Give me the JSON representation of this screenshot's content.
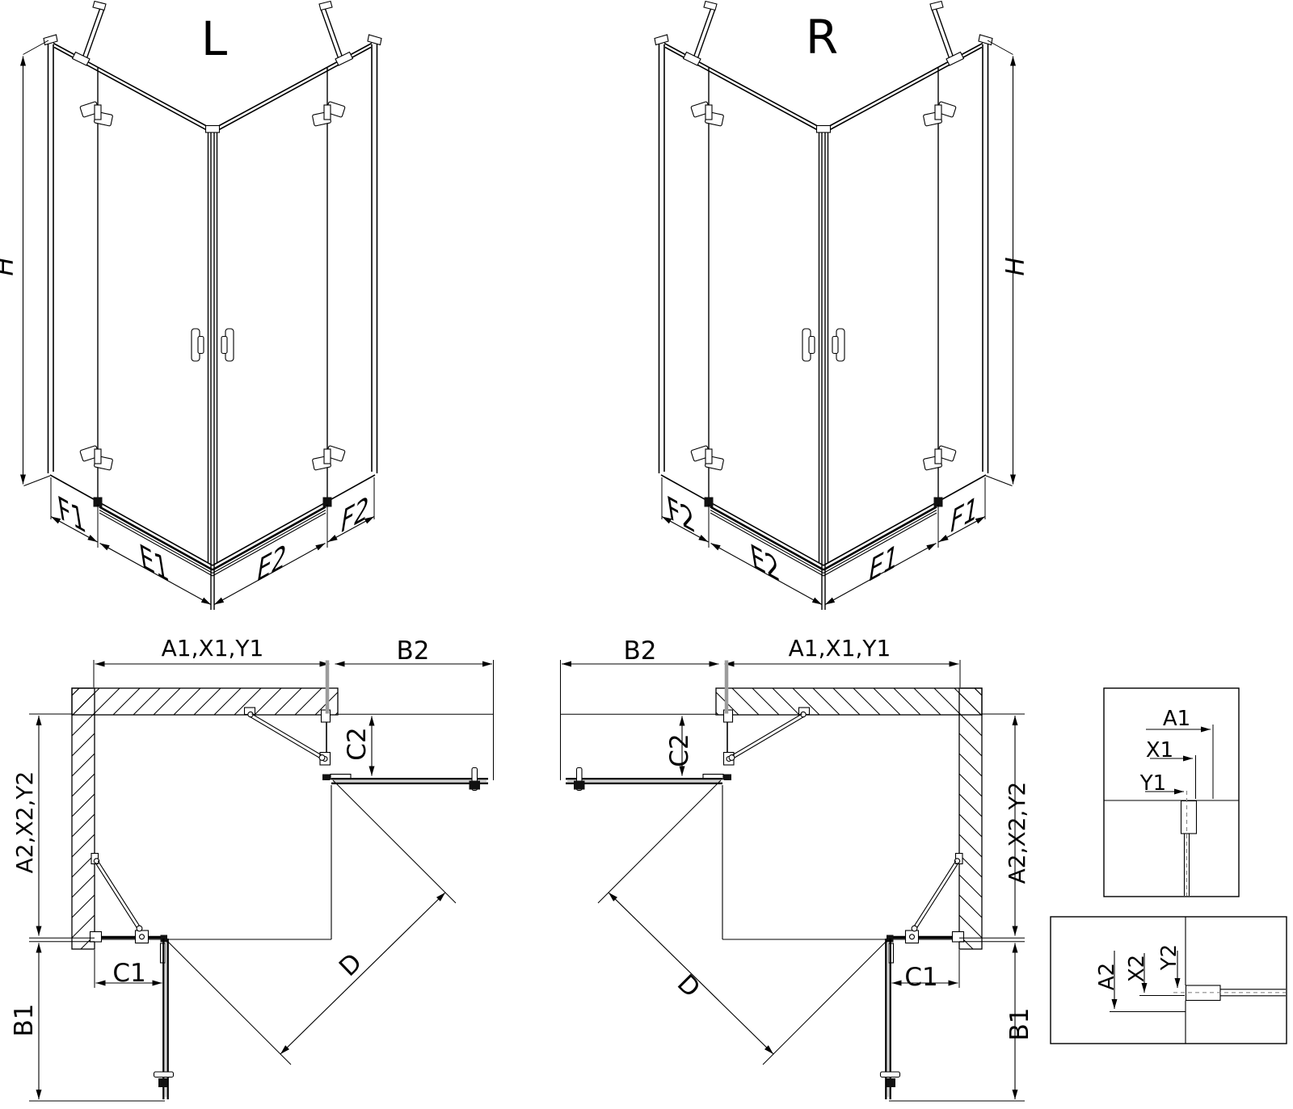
{
  "views": {
    "persp_l": {
      "title": "L",
      "h": "H",
      "f1": "F1",
      "e1": "E1",
      "e2": "E2",
      "f2": "F2"
    },
    "persp_r": {
      "title": "R",
      "h": "H",
      "f2": "F2",
      "e2": "E2",
      "e1": "E1",
      "f1": "F1"
    },
    "plan_l": {
      "top": "A1,X1,Y1",
      "b2": "B2",
      "c2": "C2",
      "left": "A2,X2,Y2",
      "c1": "C1",
      "b1": "B1",
      "d": "D"
    },
    "plan_r": {
      "b2": "B2",
      "top": "A1,X1,Y1",
      "c2": "C2",
      "right": "A2,X2,Y2",
      "c1": "C1",
      "b1": "B1",
      "d": "D"
    },
    "detail_top": {
      "a1": "A1",
      "x1": "X1",
      "y1": "Y1"
    },
    "detail_bottom": {
      "a2": "A2",
      "x2": "X2",
      "y2": "Y2"
    }
  },
  "colors": {
    "line": "#000000",
    "gray_extension": "#9c9c9c",
    "background": "#ffffff"
  }
}
